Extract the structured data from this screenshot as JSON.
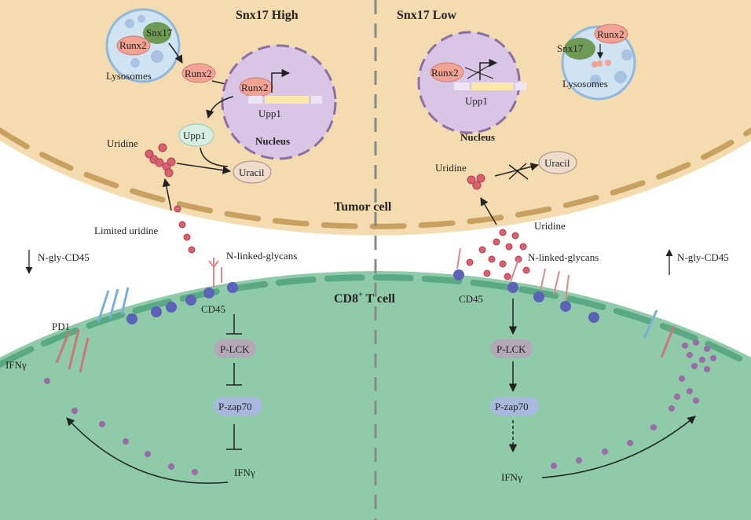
{
  "titles": {
    "left": "Snx17 High",
    "right": "Snx17 Low",
    "tumor": "Tumor cell",
    "tcell": "CD8",
    "tcell_sup": "+",
    "tcell_rest": " T cell"
  },
  "left": {
    "lysosome_label": "Lysosomes",
    "snx17": "Snx17",
    "runx2": "Runx2",
    "upp1_gene": "Upp1",
    "nucleus": "Nucleus",
    "upp1_protein": "Upp1",
    "uridine": "Uridine",
    "uracil": "Uracil",
    "limited_uridine": "Limited uridine",
    "n_gly": "N-gly-CD45",
    "glycans": "N-linked-glycans",
    "cd45": "CD45",
    "plck": "P-LCK",
    "pzap70": "P-zap70",
    "ifng_out": "IFNγ",
    "ifng_in": "IFNγ",
    "pd1": "PD1"
  },
  "right": {
    "lysosome_label": "Lysosomes",
    "snx17": "Snx17",
    "runx2_lys": "Runx2",
    "runx2": "Runx2",
    "upp1_gene": "Upp1",
    "nucleus": "Nucleus",
    "uridine_in": "Uridine",
    "uracil": "Uracil",
    "uridine_out": "Uridine",
    "n_gly": "N-gly-CD45",
    "glycans": "N-linked-glycans",
    "cd45": "CD45",
    "plck": "P-LCK",
    "pzap70": "P-zap70",
    "ifng": "IFNγ"
  },
  "colors": {
    "tumor": "#f4dcb0",
    "tumor_membrane": "#c8a060",
    "tcell": "#8fcba9",
    "tcell_membrane": "#5aa985",
    "nucleus": "#d9c6e6",
    "runx2": "#f1a394",
    "snx17": "#6f9a55",
    "uridine": "#d9606e",
    "cd45": "#5c62b8",
    "ifng": "#9b6aa8",
    "signal": "#a8b9dd"
  }
}
